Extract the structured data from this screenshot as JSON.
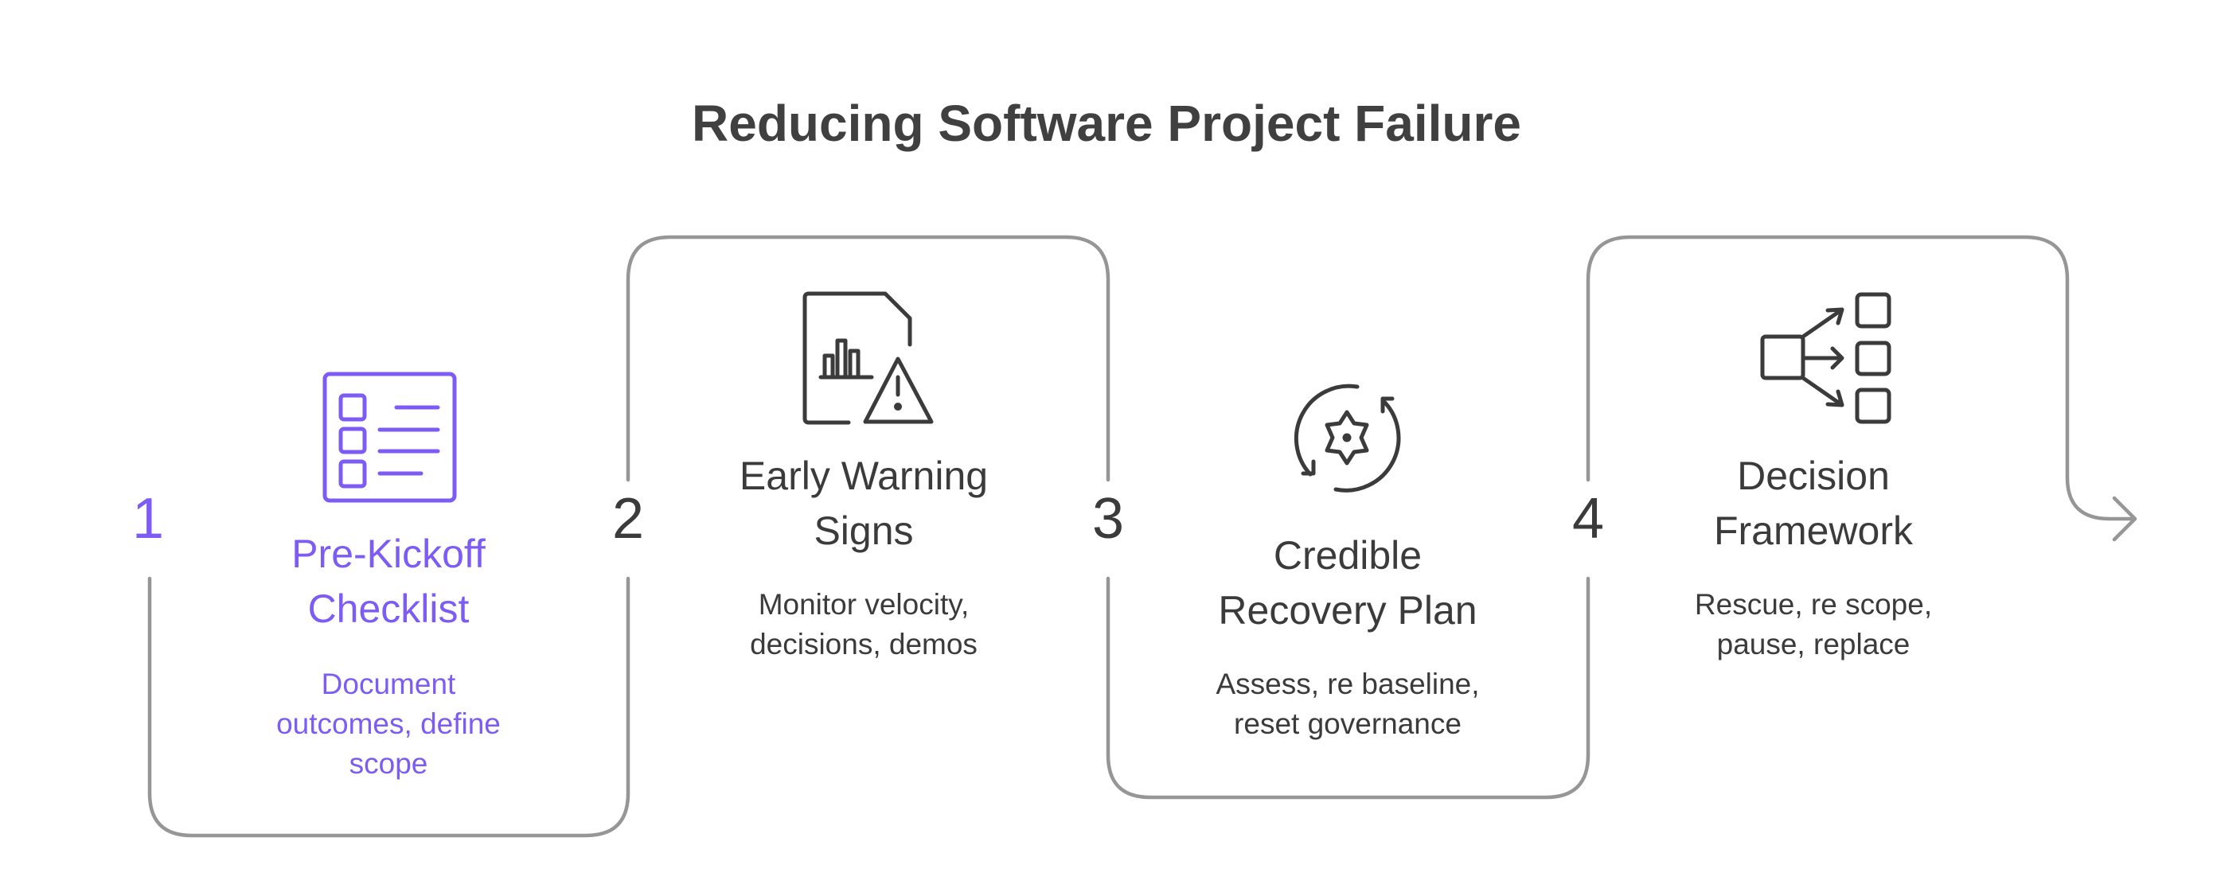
{
  "title": "Reducing Software Project Failure",
  "colors": {
    "accent": "#7d5cf6",
    "text": "#3b3b3b",
    "connector": "#969696"
  },
  "steps": [
    {
      "number": "1",
      "title_line1": "Pre-Kickoff",
      "title_line2": "Checklist",
      "desc_line1": "Document",
      "desc_line2": "outcomes, define",
      "desc_line3": "scope",
      "icon": "checklist-icon",
      "highlighted": true
    },
    {
      "number": "2",
      "title_line1": "Early Warning",
      "title_line2": "Signs",
      "desc_line1": "Monitor velocity,",
      "desc_line2": "decisions, demos",
      "icon": "document-warning-icon"
    },
    {
      "number": "3",
      "title_line1": "Credible",
      "title_line2": "Recovery Plan",
      "desc_line1": "Assess, re baseline,",
      "desc_line2": "reset governance",
      "icon": "gear-cycle-icon"
    },
    {
      "number": "4",
      "title_line1": "Decision",
      "title_line2": "Framework",
      "desc_line1": "Rescue, re scope,",
      "desc_line2": "pause, replace",
      "icon": "decision-branch-icon"
    }
  ]
}
